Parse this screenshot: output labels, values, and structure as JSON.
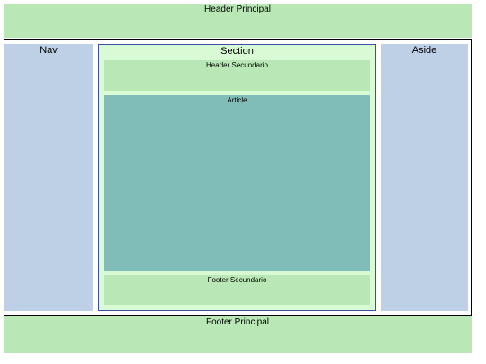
{
  "header_principal": {
    "label": "Header Principal"
  },
  "nav": {
    "label": "Nav"
  },
  "section": {
    "label": "Section",
    "header_secundario": "Header Secundario",
    "article": "Article",
    "footer_secundario": "Footer Secundario"
  },
  "aside": {
    "label": "Aside"
  },
  "footer_principal": {
    "label": "Footer Principal"
  },
  "colors": {
    "header_footer": "#b9e8b6",
    "nav_aside": "#bdd0e6",
    "section_bg": "#d8fbd5",
    "section_border": "#3c4fa8",
    "article": "#80bdb9",
    "main_border": "#000000"
  }
}
